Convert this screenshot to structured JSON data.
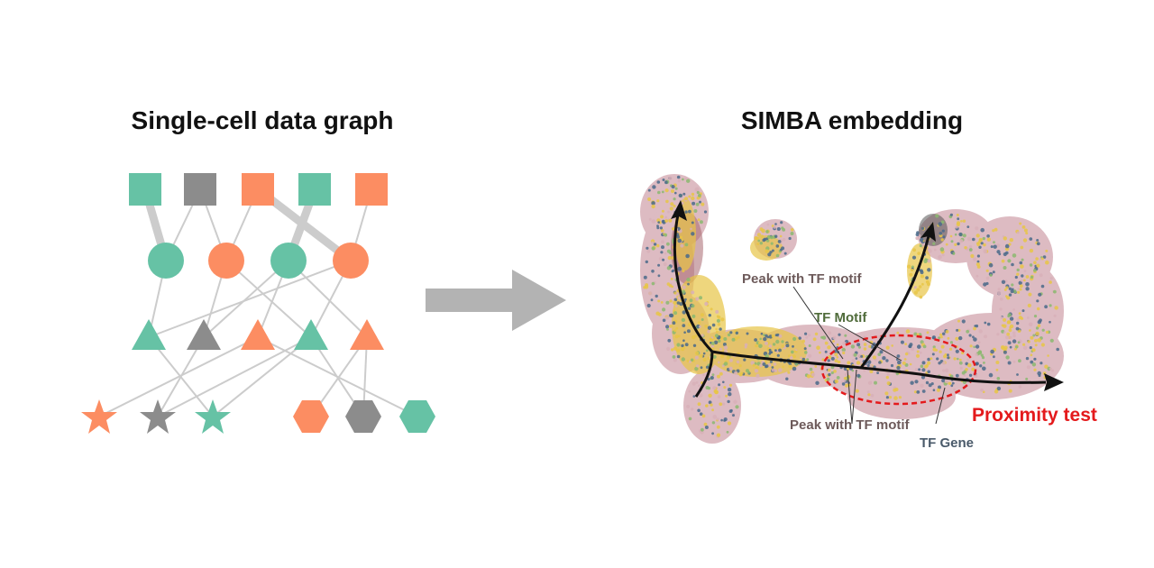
{
  "left_panel": {
    "title": "Single-cell data graph"
  },
  "right_panel": {
    "title": "SIMBA embedding",
    "labels": {
      "peak_top": "Peak with TF motif",
      "tf_motif": "TF Motif",
      "peak_bottom": "Peak with TF motif",
      "tf_gene": "TF Gene",
      "proximity_test": "Proximity test"
    }
  },
  "colors": {
    "teal": "#66c2a5",
    "orange": "#fc8d62",
    "gray": "#8c8c8c",
    "edge": "#cccccc",
    "arrow": "#b3b3b3",
    "dot_pink": "#d8b0b8",
    "dot_yellow": "#e8c547",
    "dot_blue": "#4a6a8a",
    "dot_green": "#8bb870",
    "label_brown": "#6d5a5a",
    "label_green": "#4f6b3a",
    "label_slate": "#4a5a6a",
    "proximity_red": "#e41a1c"
  },
  "icons": {
    "transition_arrow": "right-arrow-icon"
  }
}
